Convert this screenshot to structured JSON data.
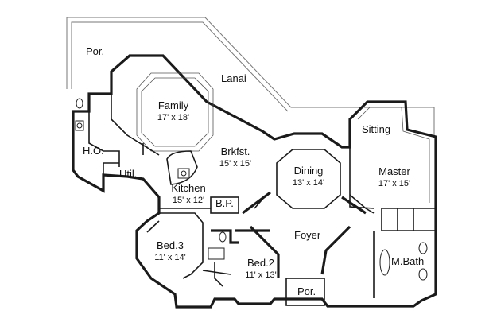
{
  "rooms": {
    "porch_top": {
      "name": "Por."
    },
    "lanai": {
      "name": "Lanai"
    },
    "family": {
      "name": "Family",
      "dim": "17' x 18'"
    },
    "ho": {
      "name": "H.O."
    },
    "util": {
      "name": "Util."
    },
    "brkfst": {
      "name": "Brkfst.",
      "dim": "15' x 15'"
    },
    "kitchen": {
      "name": "Kitchen",
      "dim": "15' x 12'"
    },
    "bp": {
      "name": "B.P."
    },
    "dining": {
      "name": "Dining",
      "dim": "13' x 14'"
    },
    "sitting": {
      "name": "Sitting"
    },
    "master": {
      "name": "Master",
      "dim": "17' x 15'"
    },
    "foyer": {
      "name": "Foyer"
    },
    "bed3": {
      "name": "Bed.3",
      "dim": "11' x 14'"
    },
    "bed2": {
      "name": "Bed.2",
      "dim": "11' x 13'"
    },
    "porch_front": {
      "name": "Por."
    },
    "mbath": {
      "name": "M.Bath"
    }
  }
}
